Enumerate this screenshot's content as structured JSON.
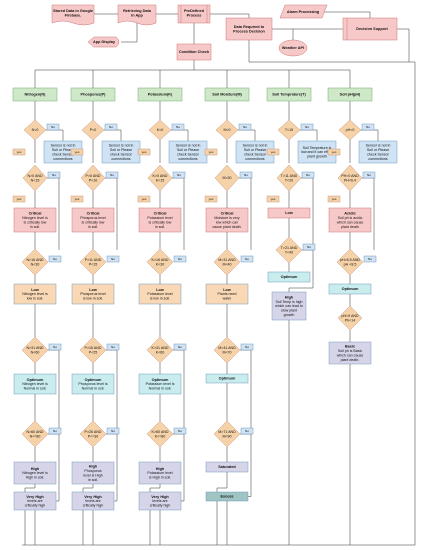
{
  "colors": {
    "process_fill": "#f7c8c8",
    "process_stroke": "#c77",
    "header_fill": "#cfe8c8",
    "header_stroke": "#7a7",
    "decision_fill": "#f5d2a8",
    "decision_stroke": "#c98",
    "sensor_fill": "#cfe3f4",
    "sensor_stroke": "#79b",
    "critical_fill": "#f7c8c8",
    "low_fill": "#f9d9b5",
    "optimum_fill": "#c9ecef",
    "high_fill": "#d6d4e8",
    "excess_fill": "#9ec4c4",
    "saturated_fill": "#d6d4e8",
    "yes_fill": "#f5d2a8",
    "no_fill": "#cfe3f4"
  },
  "top": {
    "stored_data": [
      "Stored Data in Google",
      "Firebase."
    ],
    "retrieve_data": [
      "Retrieving Data",
      "in App"
    ],
    "predefined": [
      "PreDefined",
      "Process"
    ],
    "app_display": "App Display",
    "condition_check": "Condition Check",
    "data_required": [
      "Data Required to",
      "Process Decision"
    ],
    "alarm": "Alarm Processing",
    "decision_support": "Decision Support",
    "weather_api": "Weather API"
  },
  "labels": {
    "yes": "yes",
    "no": "No"
  },
  "columns": [
    {
      "header": "Nitrogen(N)",
      "d1": "N<0",
      "sensor": [
        "Sensor is not in",
        "Soil or Please",
        "check Sensor",
        "connections"
      ],
      "d2": [
        "N>0 AND",
        "N<15"
      ],
      "critical": [
        "Critical",
        "Nitrogen level is",
        "is critically low",
        "in soil."
      ],
      "d3": [
        "N>16 AND",
        "N<30"
      ],
      "low": [
        "Low",
        "Nitrogen level is",
        "low in soil."
      ],
      "d4": [
        "N>31 AND",
        "N<60"
      ],
      "optimum": [
        "Optimum",
        "Nitrogen level is",
        "Normal in soil."
      ],
      "d5": [
        "N>60 AND",
        "N<=80"
      ],
      "high": [
        "High",
        "Nitrogen level is",
        "High in soil."
      ],
      "very_high": [
        "Very High",
        "levels are",
        "critically high"
      ]
    },
    {
      "header": "Phosporus(P)",
      "d1": "P<0",
      "sensor": [
        "Sensor is not in",
        "Soil or Please",
        "check Sensor",
        "connections"
      ],
      "d2": [
        "P>0 AND",
        "P<10"
      ],
      "critical": [
        "Critical",
        "Phosporus level",
        "is critically low",
        "in soil."
      ],
      "d3": [
        "P>11 AND",
        "P<15"
      ],
      "low": [
        "Low",
        "Phosporus level",
        "is low in soil."
      ],
      "d4": [
        "P>16 AND",
        "P<25"
      ],
      "optimum": [
        "Optimum",
        "Phosporus level is",
        "Normal in soil."
      ],
      "d5": [
        "P>26 AND",
        "P<=30"
      ],
      "high": [
        "High",
        "Phosporus",
        "level is High",
        "in soil."
      ],
      "very_high": [
        "Very High",
        "levels are",
        "critically high"
      ]
    },
    {
      "header": "Potassium(K)",
      "d1": "K<0",
      "sensor": [
        "Sensor is not in",
        "Soil or Please",
        "check Sensor",
        "connections"
      ],
      "d2": [
        "K>0 AND",
        "K<15"
      ],
      "critical": [
        "Critical",
        "Potassium level",
        "is critically low",
        "in soil."
      ],
      "d3": [
        "K>16 AND",
        "K<30"
      ],
      "low": [
        "Low",
        "Potassium level",
        "is low in soil."
      ],
      "d4": [
        "K>31 AND",
        "K<60"
      ],
      "optimum": [
        "Optimum",
        "Potassium level is",
        "Normal in soil."
      ],
      "d5": [
        "K>60 AND",
        "K<=80"
      ],
      "high": [
        "High",
        "Potassium level",
        "is High in soil."
      ],
      "very_high": [
        "Very High",
        "levels are",
        "critically high"
      ]
    },
    {
      "header": "Soil Moisture(M)",
      "d1": "M<0",
      "sensor": [
        "Sensor is not in",
        "Soil or Please",
        "check Sensor",
        "connections"
      ],
      "d2": "M<30",
      "critical": [
        "Critical",
        "Moisture is very",
        "low which can",
        "cause plant death."
      ],
      "d3": [
        "M>31 AND",
        "M<40"
      ],
      "low": [
        "Low",
        "Plants need",
        "water"
      ],
      "d4": [
        "M>41 AND",
        "M<70"
      ],
      "optimum": [
        "Optimum"
      ],
      "d5": [
        "M>71 AND",
        "M<90"
      ],
      "high": [
        "Saturated"
      ],
      "very_high": [
        "Excess"
      ]
    },
    {
      "header": "Soil Temprature(T)",
      "d1": "T<15",
      "sensor": [
        "Soil Temprature is",
        "low and it can effect",
        "plant growth"
      ],
      "d2": [
        "T>11 AND",
        "T<20"
      ],
      "critical": [
        "Low"
      ],
      "d3": [
        "T>21 AND",
        "T<40"
      ],
      "low": [
        "Optimum"
      ],
      "high": [
        "High",
        "Soil Temp is high",
        "which can lead to",
        "slow plant",
        "growth"
      ]
    },
    {
      "header": "Soil pH(pH)",
      "d1": "pH<0",
      "sensor": [
        "Sensor is not in",
        "Soil or Please",
        "check Sensor",
        "connections"
      ],
      "d2": [
        "PH>0 AND",
        "PH<6.4"
      ],
      "critical": [
        "Acidic",
        "Soil ph is acidic",
        "which can cause",
        "plant death"
      ],
      "d3": [
        "pH>6.5 AND",
        "pH <8.5"
      ],
      "low": [
        "Optimum"
      ],
      "d4": [
        "pH>9 AND",
        "Ph<14"
      ],
      "high": [
        "Basic",
        "Soil ph is Basic",
        "which can cause",
        "plant death."
      ]
    }
  ]
}
